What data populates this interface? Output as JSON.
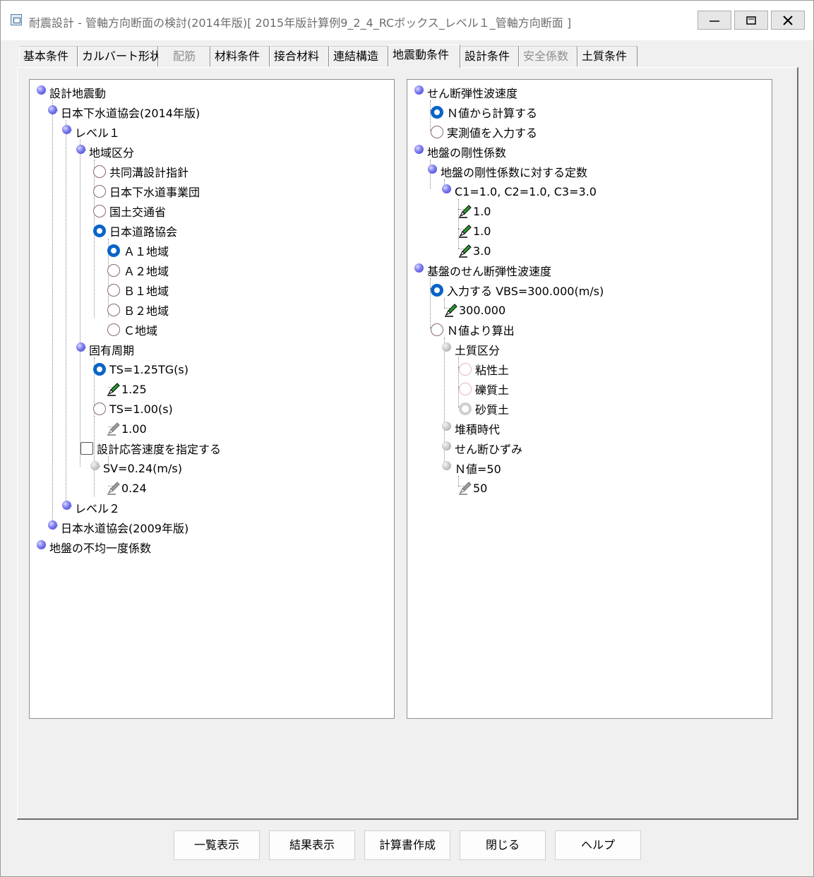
{
  "window": {
    "title": "耐震設計 - 管軸方向断面の検討(2014年版)[ 2015年版計算例9_2_4_RCボックス_レベル１_管軸方向断面 ]",
    "controls": [
      "minimize-icon",
      "maximize-icon",
      "close-icon"
    ]
  },
  "tabs": [
    {
      "label": "基本条件",
      "state": "normal"
    },
    {
      "label": "カルバート形状",
      "state": "normal"
    },
    {
      "label": "配筋",
      "state": "disabled"
    },
    {
      "label": "材料条件",
      "state": "normal"
    },
    {
      "label": "接合材料",
      "state": "normal"
    },
    {
      "label": "連結構造",
      "state": "normal"
    },
    {
      "label": "地震動条件",
      "state": "active"
    },
    {
      "label": "設計条件",
      "state": "normal"
    },
    {
      "label": "安全係数",
      "state": "disabled"
    },
    {
      "label": "土質条件",
      "state": "normal"
    }
  ],
  "left_tree": [
    {
      "id": "l0",
      "label": "設計地震動",
      "type": "bullet"
    },
    {
      "id": "l1",
      "label": "日本下水道協会(2014年版)",
      "type": "bullet"
    },
    {
      "id": "l2",
      "label": "レベル１",
      "type": "bullet"
    },
    {
      "id": "l3",
      "label": "地域区分",
      "type": "bullet"
    },
    {
      "id": "l4",
      "label": "共同溝設計指針",
      "type": "radio-off"
    },
    {
      "id": "l5",
      "label": "日本下水道事業団",
      "type": "radio-off"
    },
    {
      "id": "l6",
      "label": "国土交通省",
      "type": "radio-off"
    },
    {
      "id": "l7",
      "label": "日本道路協会",
      "type": "radio-on"
    },
    {
      "id": "l8",
      "label": "Ａ１地域",
      "type": "radio-on"
    },
    {
      "id": "l9",
      "label": "Ａ２地域",
      "type": "radio-off"
    },
    {
      "id": "l10",
      "label": "Ｂ１地域",
      "type": "radio-off"
    },
    {
      "id": "l11",
      "label": "Ｂ２地域",
      "type": "radio-off"
    },
    {
      "id": "l12",
      "label": "Ｃ地域",
      "type": "radio-off"
    },
    {
      "id": "l13",
      "label": "固有周期",
      "type": "bullet"
    },
    {
      "id": "l14",
      "label": "TS=1.25TG(s)",
      "type": "radio-on"
    },
    {
      "id": "l15",
      "label": "1.25",
      "type": "pen"
    },
    {
      "id": "l16",
      "label": "TS=1.00(s)",
      "type": "radio-off"
    },
    {
      "id": "l17",
      "label": "1.00",
      "type": "pen-gray"
    },
    {
      "id": "l18",
      "label": "設計応答速度を指定する",
      "type": "checkbox"
    },
    {
      "id": "l19",
      "label": "SV=0.24(m/s)",
      "type": "bullet-gray"
    },
    {
      "id": "l20",
      "label": "0.24",
      "type": "pen-gray"
    },
    {
      "id": "l21",
      "label": "レベル２",
      "type": "bullet"
    },
    {
      "id": "l22",
      "label": "日本水道協会(2009年版)",
      "type": "bullet"
    },
    {
      "id": "l23",
      "label": "地盤の不均一度係数",
      "type": "bullet"
    }
  ],
  "right_tree": [
    {
      "id": "r0",
      "label": "せん断弾性波速度",
      "type": "bullet"
    },
    {
      "id": "r1",
      "label": "Ｎ値から計算する",
      "type": "radio-on"
    },
    {
      "id": "r2",
      "label": "実測値を入力する",
      "type": "radio-off"
    },
    {
      "id": "r3",
      "label": "地盤の剛性係数",
      "type": "bullet"
    },
    {
      "id": "r4",
      "label": "地盤の剛性係数に対する定数",
      "type": "bullet"
    },
    {
      "id": "r5",
      "label": "C1=1.0, C2=1.0, C3=3.0",
      "type": "bullet"
    },
    {
      "id": "r6",
      "label": "1.0",
      "type": "pen"
    },
    {
      "id": "r7",
      "label": "1.0",
      "type": "pen"
    },
    {
      "id": "r8",
      "label": "3.0",
      "type": "pen"
    },
    {
      "id": "r9",
      "label": "基盤のせん断弾性波速度",
      "type": "bullet"
    },
    {
      "id": "r10",
      "label": "入力する VBS=300.000(m/s)",
      "type": "radio-on"
    },
    {
      "id": "r11",
      "label": "300.000",
      "type": "pen"
    },
    {
      "id": "r12",
      "label": "Ｎ値より算出",
      "type": "radio-off"
    },
    {
      "id": "r13",
      "label": "土質区分",
      "type": "bullet-gray"
    },
    {
      "id": "r14",
      "label": "粘性土",
      "type": "radio-dim"
    },
    {
      "id": "r15",
      "label": "礫質土",
      "type": "radio-dim"
    },
    {
      "id": "r16",
      "label": "砂質土",
      "type": "radio-dim-on"
    },
    {
      "id": "r17",
      "label": "堆積時代",
      "type": "bullet-gray"
    },
    {
      "id": "r18",
      "label": "せん断ひずみ",
      "type": "bullet-gray"
    },
    {
      "id": "r19",
      "label": "Ｎ値=50",
      "type": "bullet-gray"
    },
    {
      "id": "r20",
      "label": "50",
      "type": "pen-gray"
    }
  ],
  "buttons": {
    "list": "一覧表示",
    "result": "結果表示",
    "report": "計算書作成",
    "close": "閉じる",
    "help": "ヘルプ"
  }
}
